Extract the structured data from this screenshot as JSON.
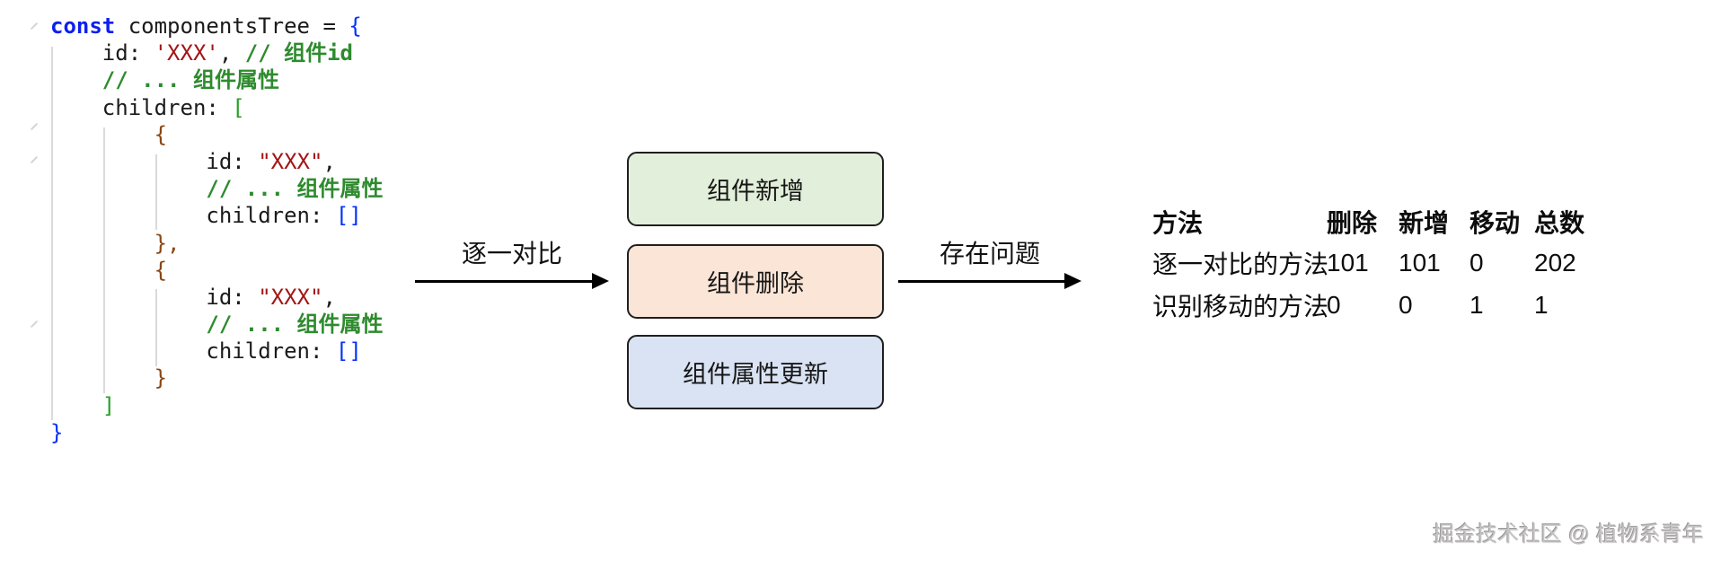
{
  "colors": {
    "plain": "#1b1b1b",
    "keyword": "#0d1ff0",
    "string": "#a31515",
    "comment": "#2e8b2e",
    "bracket_blue": "#0431fa",
    "bracket_green": "#28a028",
    "bracket_brown": "#8b4513",
    "indent_guide": "#dadada",
    "arrow": "#000000",
    "box_border": "#1f1f1f",
    "box_green": "#e2efda",
    "box_orange": "#fbe5d6",
    "box_blue": "#dae3f3",
    "watermark": "#c6c4c4"
  },
  "code": {
    "lines": [
      [
        [
          "keyword",
          "const"
        ],
        [
          "plain",
          " componentsTree = "
        ],
        [
          "bblue",
          "{"
        ]
      ],
      [
        [
          "plain",
          "    id: "
        ],
        [
          "string",
          "'XXX'"
        ],
        [
          "plain",
          ", "
        ],
        [
          "comment",
          "// 组件id"
        ]
      ],
      [
        [
          "comment",
          "    // ... 组件属性"
        ]
      ],
      [
        [
          "plain",
          "    children: "
        ],
        [
          "bgreen",
          "["
        ]
      ],
      [
        [
          "bbrown",
          "        {"
        ]
      ],
      [
        [
          "plain",
          "            id: "
        ],
        [
          "string",
          "\"XXX\""
        ],
        [
          "plain",
          ","
        ]
      ],
      [
        [
          "comment",
          "            // ... 组件属性"
        ]
      ],
      [
        [
          "plain",
          "            children: "
        ],
        [
          "bblue",
          "[]"
        ]
      ],
      [
        [
          "bbrown",
          "        },"
        ]
      ],
      [
        [
          "bbrown",
          "        {"
        ]
      ],
      [
        [
          "plain",
          "            id: "
        ],
        [
          "string",
          "\"XXX\""
        ],
        [
          "plain",
          ","
        ]
      ],
      [
        [
          "comment",
          "            // ... 组件属性"
        ]
      ],
      [
        [
          "plain",
          "            children: "
        ],
        [
          "bblue",
          "[]"
        ]
      ],
      [
        [
          "bbrown",
          "        }"
        ]
      ],
      [
        [
          "bgreen",
          "    ]"
        ]
      ],
      [
        [
          "bblue",
          "}"
        ]
      ]
    ]
  },
  "flow": {
    "arrow1_label": "逐一对比",
    "arrow2_label": "存在问题",
    "boxes": [
      {
        "label": "组件新增",
        "fill": "#e2efda"
      },
      {
        "label": "组件删除",
        "fill": "#fbe5d6"
      },
      {
        "label": "组件属性更新",
        "fill": "#dae3f3"
      }
    ]
  },
  "table": {
    "headers": [
      "方法",
      "删除",
      "新增",
      "移动",
      "总数"
    ],
    "rows": [
      {
        "label": "逐一对比的方法",
        "values": [
          "101",
          "101",
          "0",
          "202"
        ]
      },
      {
        "label": "识别移动的方法",
        "values": [
          "0",
          "0",
          "1",
          "1"
        ]
      }
    ]
  },
  "watermark": "掘金技术社区 @ 植物系青年"
}
